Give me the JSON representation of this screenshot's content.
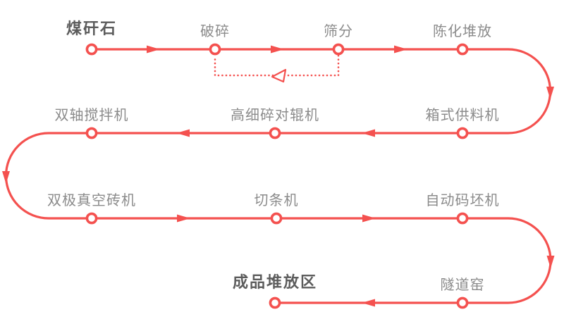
{
  "colors": {
    "accent": "#f4514f",
    "label": "#8b8b8b",
    "label_emphasis": "#5c5c5c",
    "background": "#ffffff"
  },
  "flow": {
    "nodes": [
      {
        "label": "煤矸石",
        "emphasis": true
      },
      {
        "label": "破碎",
        "emphasis": false
      },
      {
        "label": "筛分",
        "emphasis": false
      },
      {
        "label": "陈化堆放",
        "emphasis": false
      },
      {
        "label": "箱式供料机",
        "emphasis": false
      },
      {
        "label": "高细碎对辊机",
        "emphasis": false
      },
      {
        "label": "双轴搅拌机",
        "emphasis": false
      },
      {
        "label": "双极真空砖机",
        "emphasis": false
      },
      {
        "label": "切条机",
        "emphasis": false
      },
      {
        "label": "自动码坯机",
        "emphasis": false
      },
      {
        "label": "隧道窑",
        "emphasis": false
      },
      {
        "label": "成品堆放区",
        "emphasis": true
      }
    ],
    "return_edge": {
      "from": "筛分",
      "to": "破碎",
      "style": "dotted"
    }
  }
}
